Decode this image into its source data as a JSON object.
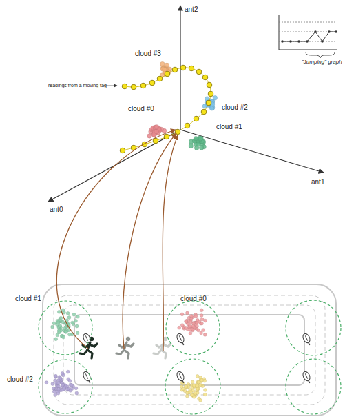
{
  "diagram": {
    "nodes": [
      {
        "text": [
          "cloud #1"
        ]
      },
      {
        "text": [
          "cloud #0"
        ]
      },
      {
        "text": [
          "cloud #2"
        ]
      }
    ],
    "labels": [
      "ant2",
      "ant1",
      "ant0",
      "cloud #3",
      "cloud #2",
      "cloud #1",
      "cloud #0",
      "\"Jumping\" graph",
      "readings from a moving tag"
    ]
  }
}
